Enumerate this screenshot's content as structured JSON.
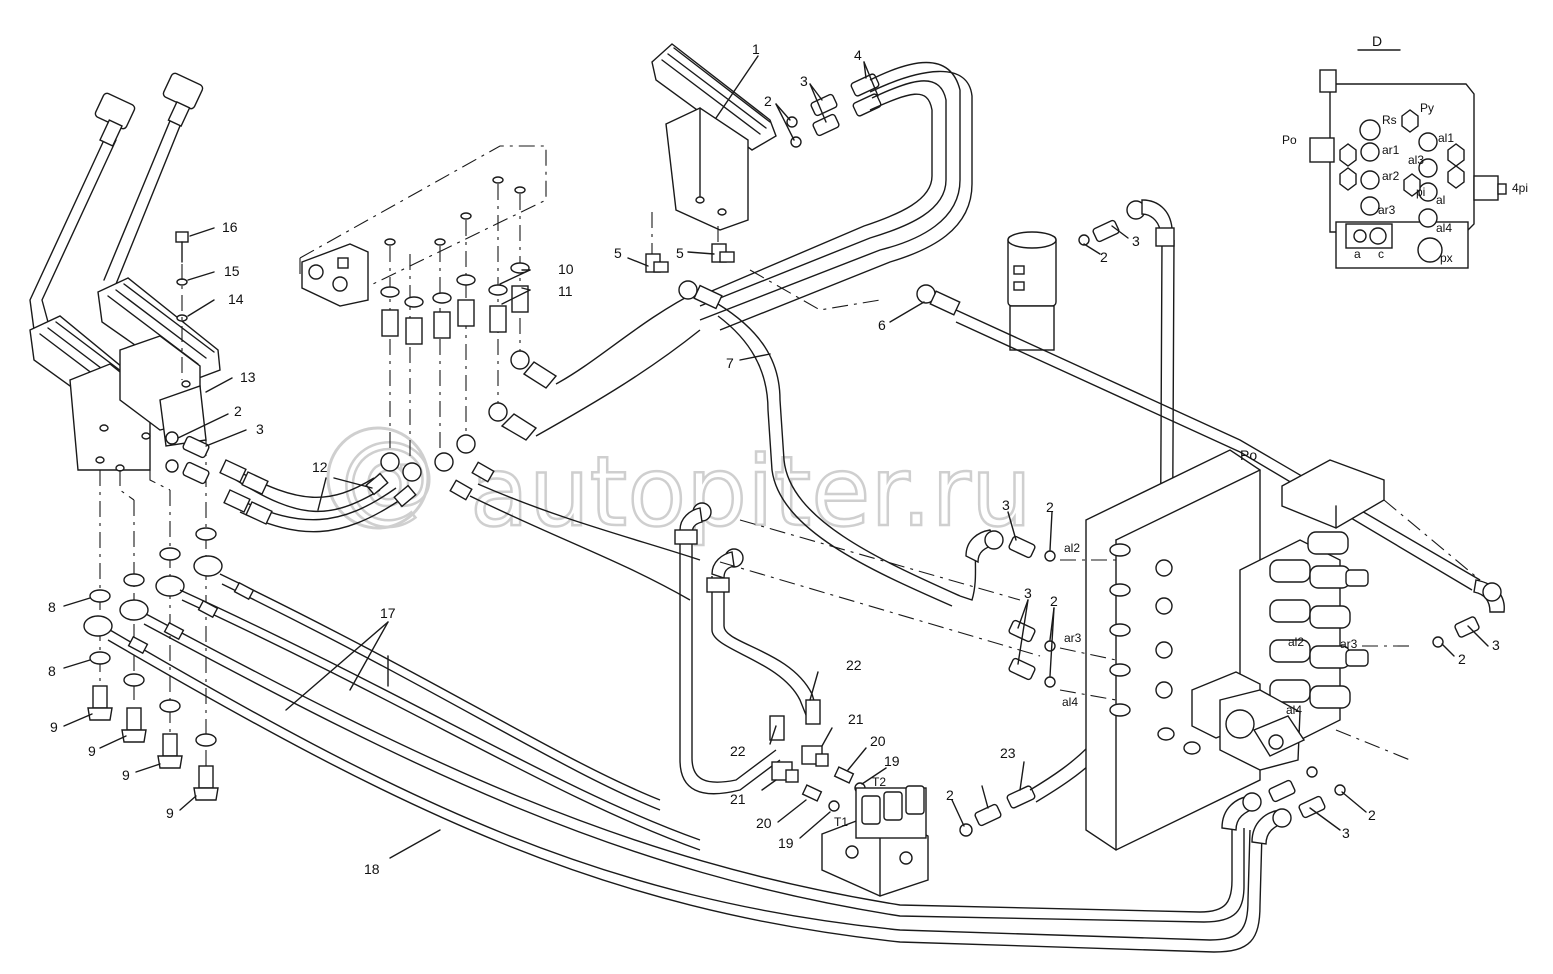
{
  "watermark": "autopiter.ru",
  "detail_view_title": "D",
  "detail_ports": {
    "rs": "Rs",
    "py": "Py",
    "po": "Po",
    "ar1": "ar1",
    "al1": "al1",
    "ar2": "ar2",
    "al3": "al3",
    "pi": "pi",
    "ar3": "ar3",
    "al": "al",
    "al4": "al4",
    "a": "a",
    "c": "c",
    "px": "px",
    "pi4": "4pi"
  },
  "valve_ports": {
    "po": "Po",
    "al2": "al2",
    "ar3": "ar3",
    "al4": "al4",
    "al2_body": "al2",
    "ar3_body": "ar3",
    "al4_body": "al4"
  },
  "brake_valve_ports": {
    "t1": "T1",
    "t2": "T2"
  },
  "callouts": {
    "c1": "1",
    "c2a": "2",
    "c3a": "3",
    "c4": "4",
    "c5a": "5",
    "c5b": "5",
    "c6": "6",
    "c7": "7",
    "c8a": "8",
    "c8b": "8",
    "c9a": "9",
    "c9b": "9",
    "c9c": "9",
    "c9d": "9",
    "c10": "10",
    "c11": "11",
    "c12": "12",
    "c13": "13",
    "c14": "14",
    "c15": "15",
    "c16": "16",
    "c17": "17",
    "c18": "18",
    "c19a": "19",
    "c19b": "19",
    "c20a": "20",
    "c20b": "20",
    "c21a": "21",
    "c21b": "21",
    "c22a": "22",
    "c22b": "22",
    "c23": "23",
    "c2b": "2",
    "c3b": "3",
    "c2c": "2",
    "c3c": "3",
    "c2d": "2",
    "c3d": "3",
    "c2e": "2",
    "c3e": "3",
    "c2f": "2",
    "c3f": "3",
    "c2g": "2",
    "c3g": "3",
    "c2h": "2"
  }
}
